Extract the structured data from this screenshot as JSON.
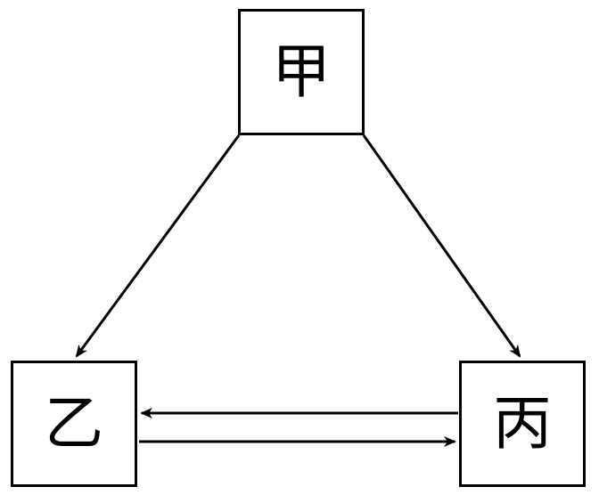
{
  "diagram": {
    "nodes": {
      "jia": {
        "label": "甲"
      },
      "yi": {
        "label": "乙"
      },
      "bing": {
        "label": "丙"
      }
    },
    "edges": [
      {
        "from": "甲",
        "to": "乙"
      },
      {
        "from": "甲",
        "to": "丙"
      },
      {
        "from": "丙",
        "to": "乙"
      },
      {
        "from": "乙",
        "to": "丙"
      }
    ],
    "colors": {
      "stroke": "#000000",
      "background": "#ffffff"
    }
  }
}
